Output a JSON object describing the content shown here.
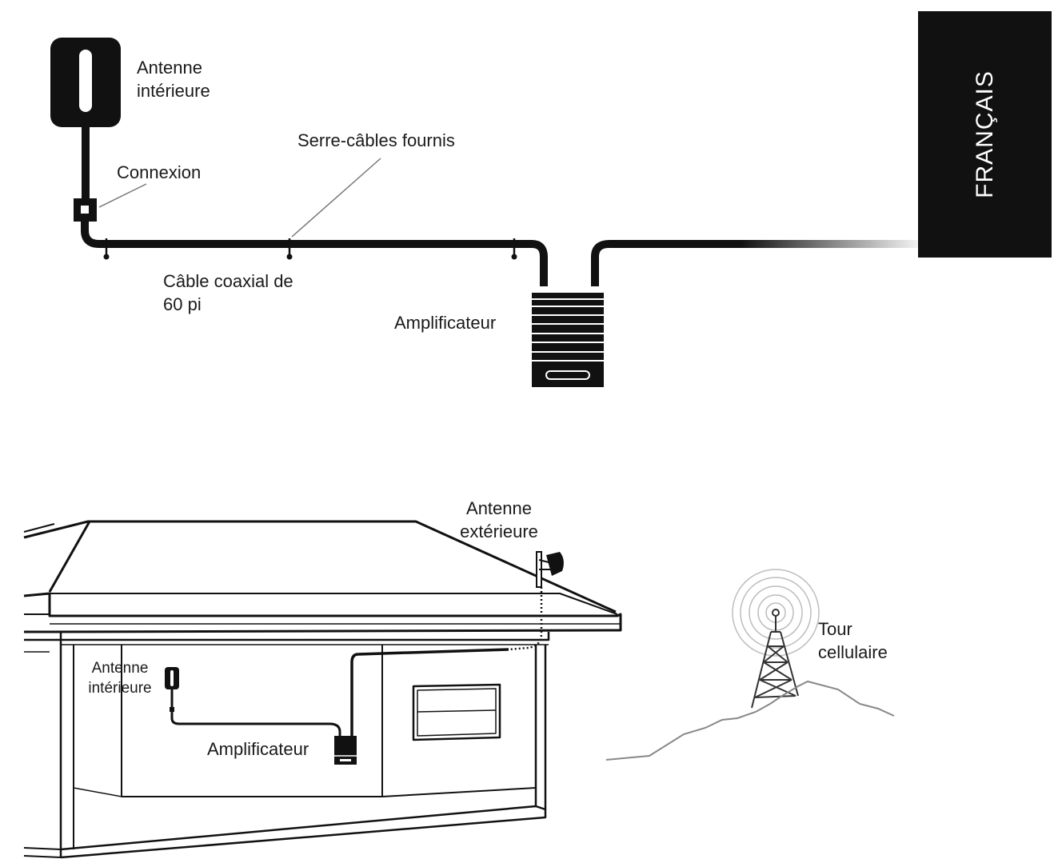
{
  "language_tab": {
    "text": "FRANÇAIS"
  },
  "top_diagram": {
    "indoor_antenna_label": [
      "Antenne",
      "intérieure"
    ],
    "connection_label": "Connexion",
    "cable_ties_label": "Serre-câbles fournis",
    "coax_cable_label": [
      "Câble coaxial de",
      "60 pi"
    ],
    "amplifier_label": "Amplificateur"
  },
  "bottom_diagram": {
    "outdoor_antenna_label": [
      "Antenne",
      "extérieure"
    ],
    "indoor_antenna_label": [
      "Antenne",
      "intérieure"
    ],
    "amplifier_label": "Amplificateur",
    "cell_tower_label": [
      "Tour",
      "cellulaire"
    ]
  },
  "colors": {
    "ink": "#111111",
    "line_gray": "#7a7a7a",
    "light_gray": "#bdbdbd",
    "paper": "#ffffff"
  }
}
